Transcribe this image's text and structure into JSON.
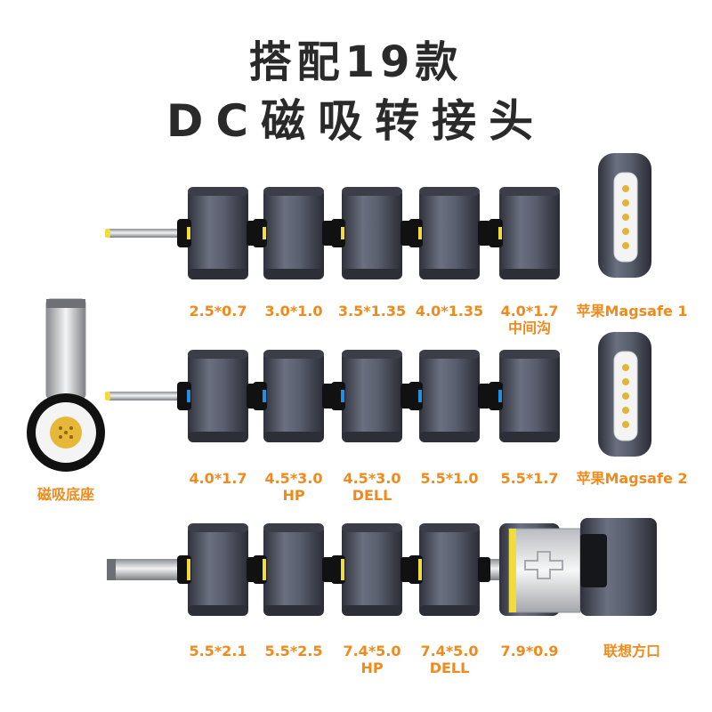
{
  "title": {
    "line1": "搭配19款",
    "line2": "DC磁吸转接头"
  },
  "base_label": "磁吸底座",
  "rows": [
    {
      "tips": [
        {
          "size": "2.5*0.7",
          "sub": ""
        },
        {
          "size": "3.0*1.0",
          "sub": ""
        },
        {
          "size": "3.5*1.35",
          "sub": ""
        },
        {
          "size": "4.0*1.35",
          "sub": ""
        },
        {
          "size": "4.0*1.7",
          "sub": "中间沟"
        }
      ],
      "side_label": "苹果Magsafe 1"
    },
    {
      "tips": [
        {
          "size": "4.0*1.7",
          "sub": ""
        },
        {
          "size": "4.5*3.0",
          "sub": "HP"
        },
        {
          "size": "4.5*3.0",
          "sub": "DELL"
        },
        {
          "size": "5.5*1.0",
          "sub": ""
        },
        {
          "size": "5.5*1.7",
          "sub": ""
        }
      ],
      "side_label": "苹果Magsafe 2"
    },
    {
      "tips": [
        {
          "size": "5.5*2.1",
          "sub": ""
        },
        {
          "size": "5.5*2.5",
          "sub": ""
        },
        {
          "size": "7.4*5.0",
          "sub": "HP"
        },
        {
          "size": "7.4*5.0",
          "sub": "DELL"
        },
        {
          "size": "7.9*0.9",
          "sub": ""
        }
      ],
      "side_label": "联想方口"
    }
  ],
  "colors": {
    "accent": "#f08a1c",
    "title": "#2a2a2a",
    "metal": "#4a4f5e",
    "tip_yellow": "#f2dc3a",
    "ring_blue": "#1e90e6"
  }
}
